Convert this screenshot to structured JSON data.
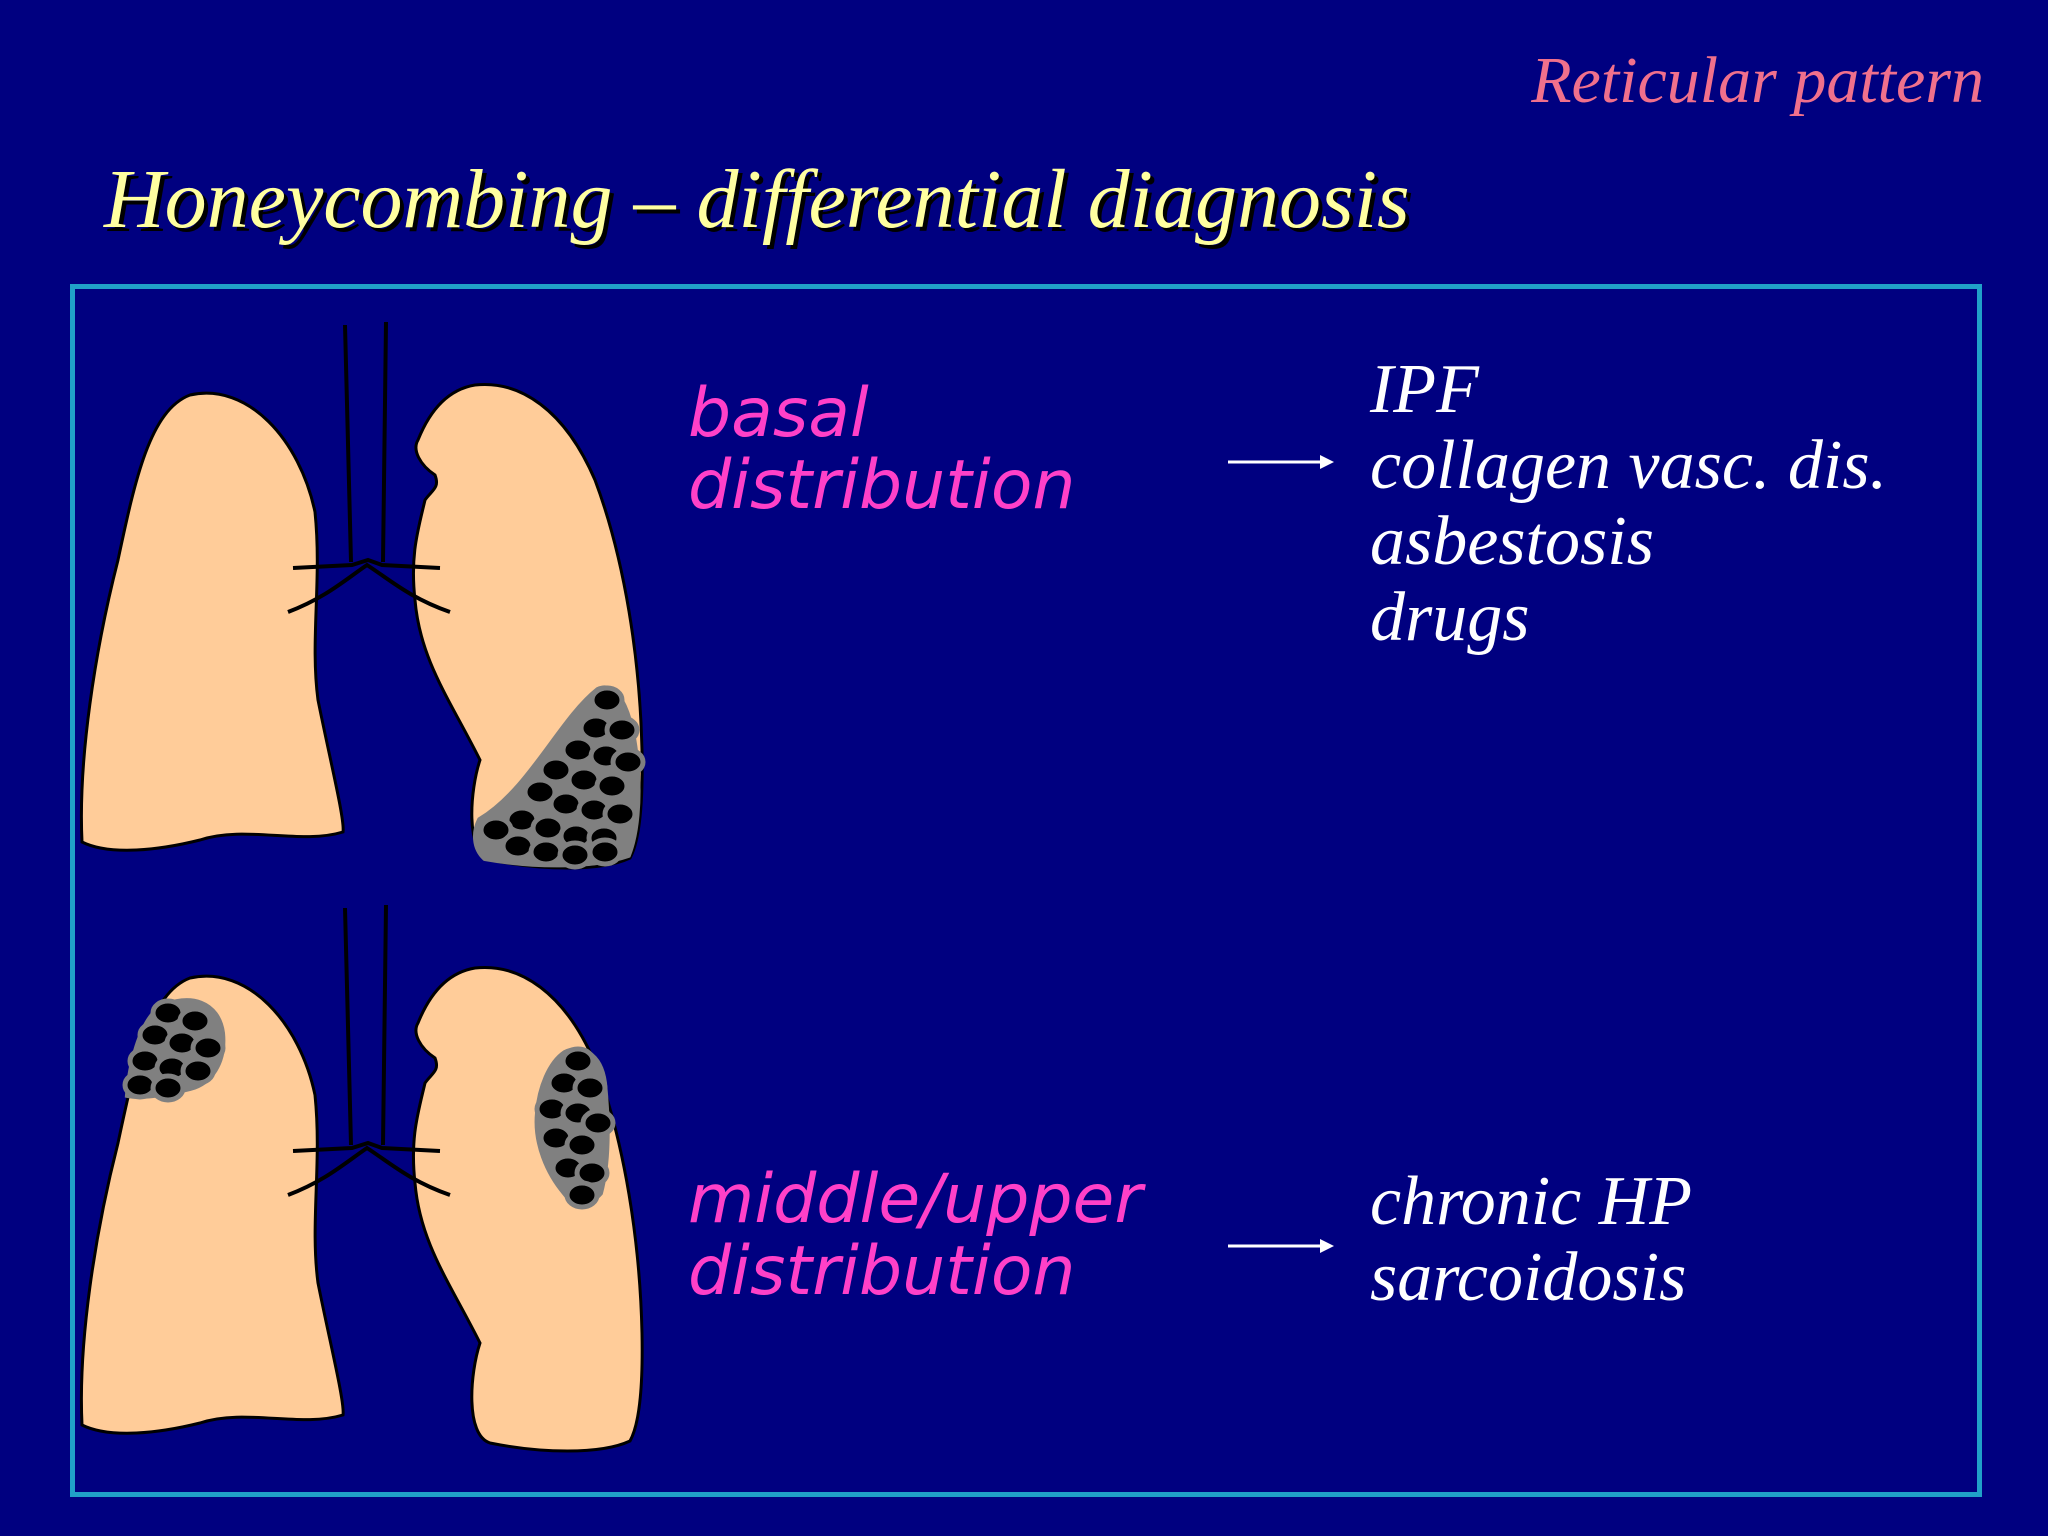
{
  "header": {
    "section_tag": "Reticular pattern",
    "title": "Honeycombing – differential diagnosis"
  },
  "rows": [
    {
      "distribution": [
        "basal",
        "distribution"
      ],
      "diagnoses": [
        "IPF",
        "collagen vasc. dis.",
        "asbestosis",
        "drugs"
      ]
    },
    {
      "distribution": [
        "middle/upper",
        "distribution"
      ],
      "diagnoses": [
        "chronic HP",
        "sarcoidosis"
      ]
    }
  ],
  "colors": {
    "background": "#000080",
    "title": "#ffffa0",
    "section_tag": "#f0708c",
    "distribution_text": "#ff40c8",
    "diagnosis_text": "#ffffff",
    "lung_fill": "#ffcc99",
    "panel_border": "#20a0c8",
    "honeycomb_cyst": "#000000",
    "honeycomb_wall": "#808080"
  }
}
